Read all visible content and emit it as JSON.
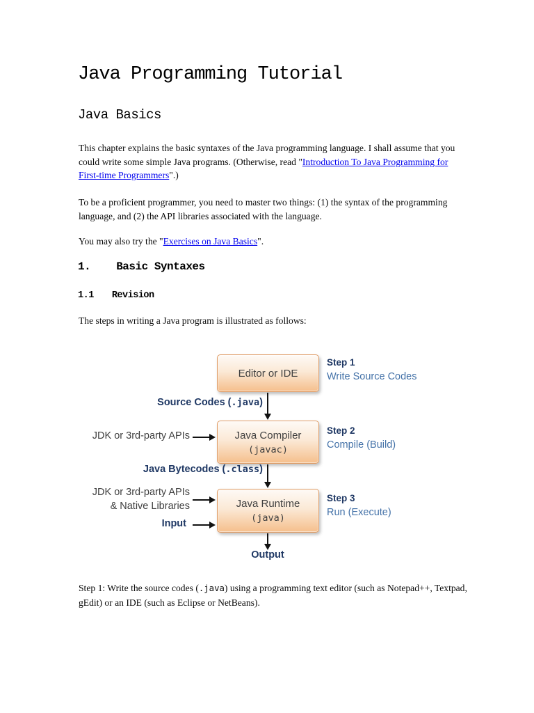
{
  "document": {
    "title": "Java Programming Tutorial",
    "subtitle": "Java Basics",
    "intro": {
      "before_link": "This chapter explains the basic syntaxes of the Java programming language. I shall assume that you could write some simple Java programs. (Otherwise, read \"",
      "link": "Introduction To Java Programming for First-time Programmers",
      "after_link": "\".)"
    },
    "proficient": "To be a proficient programmer, you need to master two things: (1) the syntax of the programming language, and (2) the API libraries associated with the language.",
    "exercises": {
      "before_link": "You may also try the \"",
      "link": "Exercises on Java Basics",
      "after_link": "\"."
    },
    "section1": {
      "number": "1.",
      "title": "Basic Syntaxes"
    },
    "section1_1": {
      "number": "1.1",
      "title": "Revision"
    },
    "steps_intro": "The steps in writing a Java program is illustrated as follows:",
    "step1_para": {
      "before_code": "Step 1: Write the source codes (",
      "code": ".java",
      "after_code": ") using a programming text editor (such as Notepad++, Textpad, gEdit) or an IDE (such as Eclipse or NetBeans)."
    }
  },
  "diagram": {
    "boxes": [
      {
        "line1": "Editor or IDE",
        "line2": ""
      },
      {
        "line1": "Java Compiler",
        "line2": "(javac)"
      },
      {
        "line1": "Java Runtime",
        "line2": "(java)"
      }
    ],
    "steps": [
      {
        "title": "Step 1",
        "desc": "Write Source Codes"
      },
      {
        "title": "Step 2",
        "desc": "Compile (Build)"
      },
      {
        "title": "Step 3",
        "desc": "Run (Execute)"
      }
    ],
    "flow_labels": [
      {
        "before": "Source Codes (",
        "code": ".java",
        "after": ")"
      },
      {
        "before": "Java Bytecodes (",
        "code": ".class",
        "after": ")"
      }
    ],
    "side_labels": {
      "jdk_apis": "JDK or 3rd-party APIs",
      "jdk_apis_line1": "JDK or 3rd-party APIs",
      "jdk_apis_line2": "& Native Libraries",
      "input": "Input",
      "output": "Output"
    },
    "colors": {
      "navy": "#1F3864",
      "step_blue": "#4472A8",
      "box_border": "#DF9A62",
      "box_fill_top": "#FEFAF6",
      "box_fill_bottom": "#F5BF8C",
      "box_text": "#3F3F3F",
      "link_blue": "#0000EE",
      "arrow_black": "#111111"
    }
  }
}
